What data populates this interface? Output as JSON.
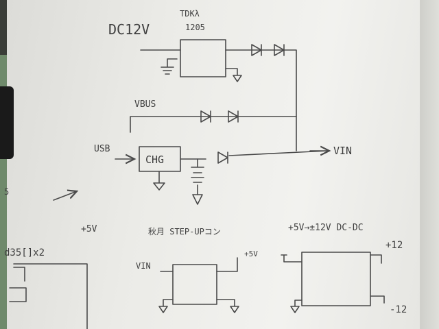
{
  "labels": {
    "dc12v": "DC12V",
    "tdk_part": "TDKλ",
    "tdk_model": "1205",
    "vbus": "VBUS",
    "usb": "USB",
    "chg": "CHG",
    "vin_out": "VIN",
    "plus5v_left": "+5V",
    "step_up_note": "秋月 STEP-UPコン",
    "dcdc_note": "+5V→±12V DC-DC",
    "vin_small": "VIN",
    "plus5v_small": "+5V",
    "plus12": "+12",
    "minus12": "-12",
    "left_note": "d35[]x2",
    "left_edge_mark": "5"
  }
}
